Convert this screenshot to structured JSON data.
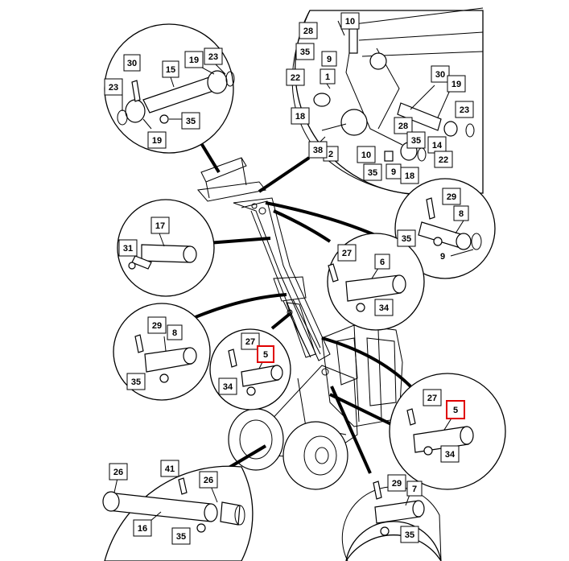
{
  "colors": {
    "highlight": "#e00000",
    "ink": "#000000",
    "paper": "#ffffff"
  },
  "detail_1": {
    "labels": {
      "c30": "30",
      "c15": "15",
      "c19a": "19",
      "c23a": "23",
      "c23b": "23",
      "c35": "35",
      "c19b": "19"
    }
  },
  "detail_2": {
    "labels": {
      "c28": "28",
      "c10a": "10",
      "c35a": "35",
      "c9a": "9",
      "c22a": "22",
      "c1": "1",
      "c30": "30",
      "c19": "19",
      "c18a": "18",
      "c23": "23",
      "c28b": "28",
      "c14": "14",
      "c35b": "35",
      "c10b": "10",
      "c2": "2",
      "c38": "38",
      "c22b": "22",
      "c9b": "9",
      "c18b": "18",
      "c35c": "35"
    }
  },
  "detail_3": {
    "labels": {
      "c29": "29",
      "c8": "8",
      "c35": "35",
      "c9": "9"
    }
  },
  "detail_4": {
    "labels": {
      "c17": "17",
      "c31": "31"
    }
  },
  "detail_5": {
    "labels": {
      "c27": "27",
      "c6": "6",
      "c34": "34"
    }
  },
  "detail_6": {
    "labels": {
      "c29": "29",
      "c8": "8",
      "c35": "35"
    }
  },
  "detail_7": {
    "labels": {
      "c27": "27",
      "c5": "5",
      "c34": "34"
    }
  },
  "detail_8": {
    "labels": {
      "c27": "27",
      "c5": "5",
      "c34": "34"
    }
  },
  "detail_9": {
    "labels": {
      "c26a": "26",
      "c41": "41",
      "c26b": "26",
      "c16": "16",
      "c35": "35"
    }
  },
  "detail_10": {
    "labels": {
      "c29": "29",
      "c7": "7",
      "c35": "35"
    }
  }
}
